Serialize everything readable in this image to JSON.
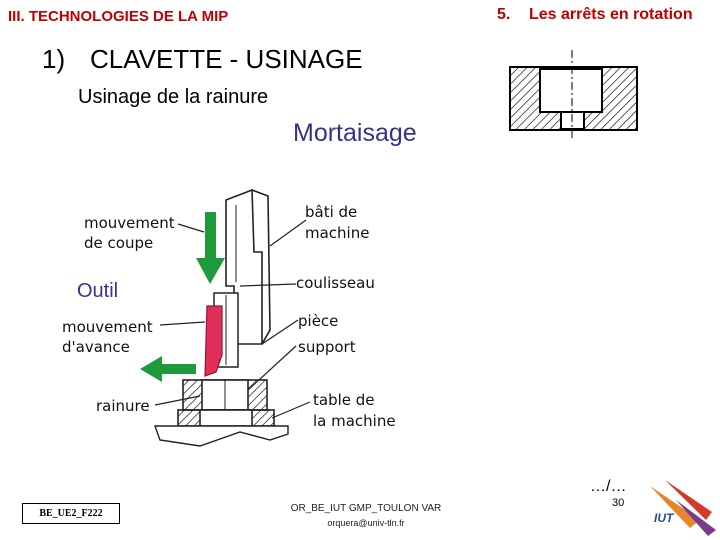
{
  "header": {
    "section": "III. TECHNOLOGIES DE LA MIP",
    "topic_number": "5.",
    "topic_label": "Les arrêts en rotation"
  },
  "content": {
    "section_number": "1)",
    "section_title": "CLAVETTE - USINAGE",
    "subtitle": "Usinage de la rainure",
    "process": "Mortaisage",
    "tool_label": "Outil"
  },
  "diagram": {
    "labels": {
      "cut_motion_1": "mouvement",
      "cut_motion_2": "de coupe",
      "frame_1": "bâti de",
      "frame_2": "machine",
      "slide": "coulisseau",
      "feed_motion_1": "mouvement",
      "feed_motion_2": "d'avance",
      "part_1": "pièce",
      "part_2": "support",
      "groove": "rainure",
      "table_1": "table de",
      "table_2": "la machine"
    },
    "colors": {
      "cut_arrow": "#1f9a3a",
      "feed_arrow": "#1f9a3a",
      "tool": "#e0305a",
      "hatch": "#000000"
    }
  },
  "footer": {
    "code": "BE_UE2_F222",
    "org": "OR_BE_IUT GMP_TOULON VAR",
    "email": "orquera@univ-tln.fr",
    "continuation": "…/…",
    "page_number": "30",
    "logo_text": "IUT"
  }
}
